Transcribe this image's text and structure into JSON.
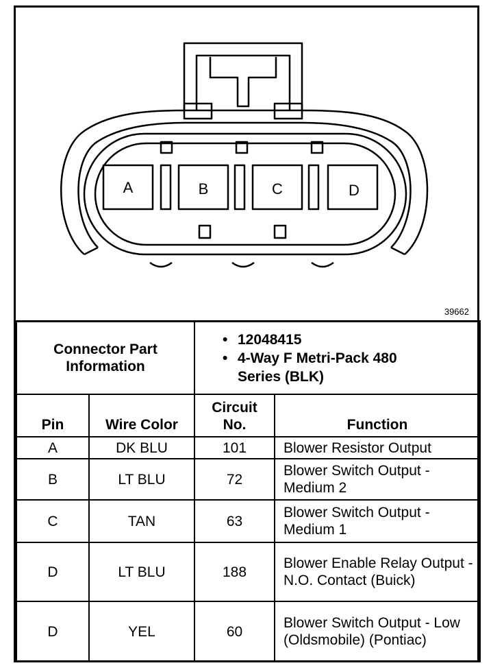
{
  "diagram": {
    "figure_number": "39662",
    "pins": [
      "A",
      "B",
      "C",
      "D"
    ]
  },
  "part_info": {
    "label": "Connector Part Information",
    "items": [
      "12048415",
      "4-Way F Metri-Pack 480 Series (BLK)"
    ]
  },
  "table": {
    "headers": {
      "pin": "Pin",
      "wire_color": "Wire Color",
      "circuit": "Circuit No.",
      "function": "Function"
    },
    "rows": [
      {
        "pin": "A",
        "wire_color": "DK BLU",
        "circuit": "101",
        "function": "Blower Resistor Output"
      },
      {
        "pin": "B",
        "wire_color": "LT BLU",
        "circuit": "72",
        "function": "Blower Switch Output - Medium 2"
      },
      {
        "pin": "C",
        "wire_color": "TAN",
        "circuit": "63",
        "function": "Blower Switch Output - Medium 1"
      },
      {
        "pin": "D",
        "wire_color": "LT BLU",
        "circuit": "188",
        "function": "Blower Enable Relay Output - N.O. Contact (Buick)"
      },
      {
        "pin": "D",
        "wire_color": "YEL",
        "circuit": "60",
        "function": "Blower Switch Output - Low (Oldsmobile) (Pontiac)"
      }
    ]
  }
}
